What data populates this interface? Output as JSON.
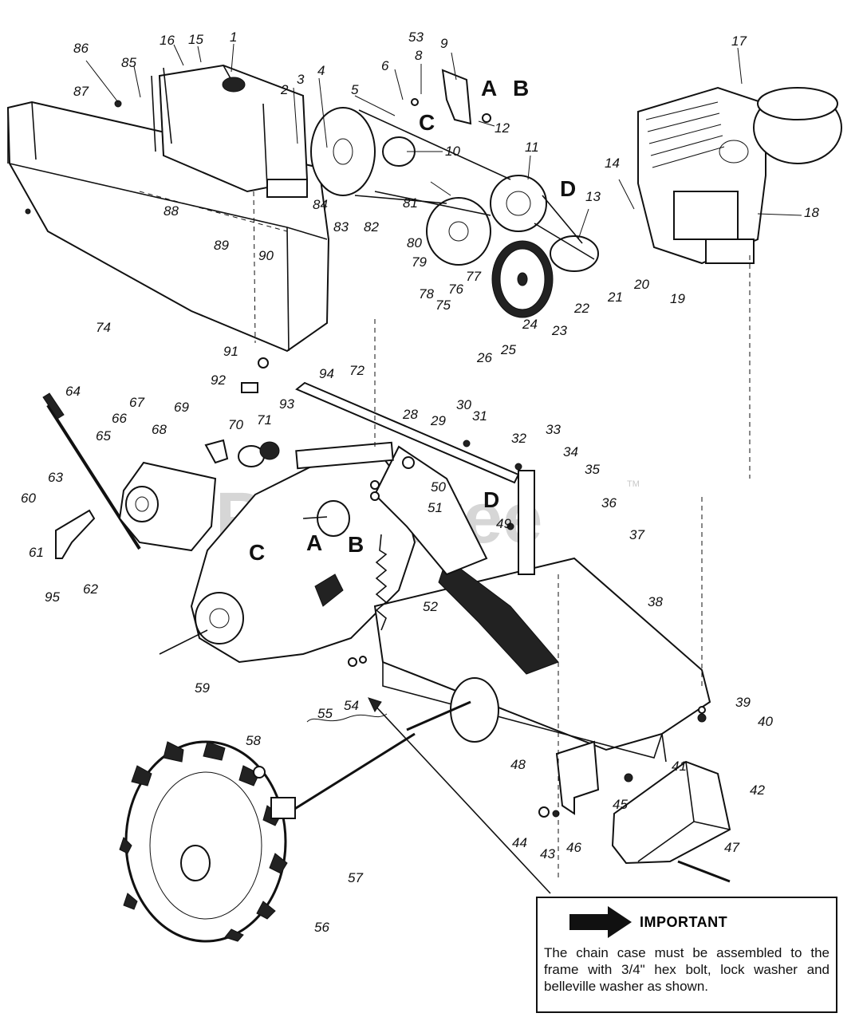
{
  "watermark": {
    "text": "PartsTree",
    "trademark": "TM"
  },
  "reference_letters": [
    "A",
    "B",
    "C",
    "D"
  ],
  "part_numbers": [
    "1",
    "2",
    "3",
    "4",
    "5",
    "6",
    "8",
    "9",
    "10",
    "11",
    "12",
    "13",
    "14",
    "15",
    "16",
    "17",
    "18",
    "19",
    "20",
    "21",
    "22",
    "23",
    "24",
    "25",
    "26",
    "28",
    "29",
    "30",
    "31",
    "32",
    "33",
    "34",
    "35",
    "36",
    "37",
    "38",
    "39",
    "40",
    "41",
    "42",
    "43",
    "44",
    "45",
    "46",
    "47",
    "48",
    "49",
    "50",
    "51",
    "52",
    "53",
    "54",
    "55",
    "56",
    "57",
    "58",
    "59",
    "60",
    "61",
    "62",
    "63",
    "64",
    "65",
    "66",
    "67",
    "68",
    "69",
    "70",
    "71",
    "72",
    "74",
    "75",
    "76",
    "77",
    "78",
    "79",
    "80",
    "81",
    "82",
    "83",
    "84",
    "85",
    "86",
    "87",
    "88",
    "89",
    "90",
    "91",
    "92",
    "93",
    "94",
    "95"
  ],
  "notice": {
    "title": "IMPORTANT",
    "body": "The chain case must be assembled to the frame with 3/4\" hex bolt, lock washer and belleville washer as shown.",
    "arrow_icon": "right-arrow-icon"
  }
}
